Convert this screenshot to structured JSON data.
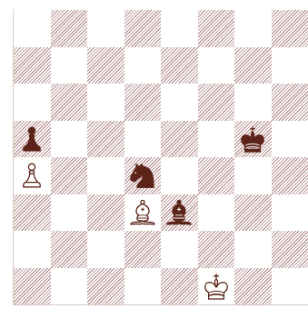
{
  "board": {
    "files": [
      "a",
      "b",
      "c",
      "d",
      "e",
      "f",
      "g",
      "h"
    ],
    "ranks": [
      "8",
      "7",
      "6",
      "5",
      "4",
      "3",
      "2",
      "1"
    ],
    "colors": {
      "dark": "#a06e6e",
      "light": "#ffffff",
      "piece_dark": "#5c2418",
      "piece_light": "#ffffff",
      "outline": "#5c2418"
    },
    "pieces": [
      {
        "square": "a5",
        "color": "black",
        "type": "pawn",
        "icon": "black-pawn-icon"
      },
      {
        "square": "a4",
        "color": "white",
        "type": "pawn",
        "icon": "white-pawn-icon"
      },
      {
        "square": "g5",
        "color": "black",
        "type": "king",
        "icon": "black-king-icon"
      },
      {
        "square": "d4",
        "color": "black",
        "type": "knight",
        "icon": "black-knight-icon"
      },
      {
        "square": "d3",
        "color": "white",
        "type": "bishop",
        "icon": "white-bishop-icon"
      },
      {
        "square": "e3",
        "color": "black",
        "type": "bishop",
        "icon": "black-bishop-icon"
      },
      {
        "square": "f1",
        "color": "white",
        "type": "king",
        "icon": "white-king-icon"
      }
    ]
  }
}
